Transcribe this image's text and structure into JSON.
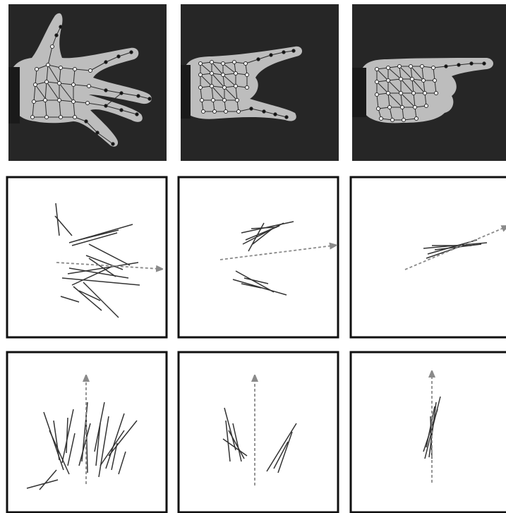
{
  "figure": {
    "description_hidden": "",
    "colors": {
      "photo_background": "#262626",
      "hand_skin": "#bdbdbd",
      "mesh_line": "#2a2a2a",
      "panel_border": "#111111",
      "segment": "#333333",
      "arrow": "#8a8a8a"
    },
    "rows": [
      {
        "name": "hand-photos",
        "panels": [
          {
            "gesture": "open-hand",
            "icon": "hand-photo-icon"
          },
          {
            "gesture": "horns",
            "icon": "hand-photo-icon"
          },
          {
            "gesture": "pointing",
            "icon": "hand-photo-icon"
          }
        ]
      },
      {
        "name": "segment-plots-horizontal",
        "panels": [
          {
            "arrow_direction": "right"
          },
          {
            "arrow_direction": "right-up"
          },
          {
            "arrow_direction": "right-up"
          }
        ]
      },
      {
        "name": "segment-plots-vertical",
        "panels": [
          {
            "arrow_direction": "up"
          },
          {
            "arrow_direction": "up"
          },
          {
            "arrow_direction": "up"
          }
        ]
      }
    ]
  }
}
